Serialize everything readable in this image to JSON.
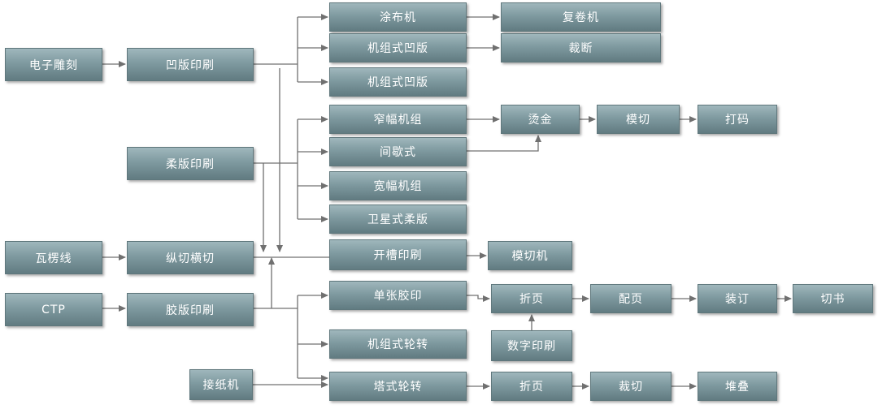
{
  "nodes": {
    "etch": "电子雕刻",
    "gravure": "凹版印刷",
    "coater": "涂布机",
    "rewinder": "复卷机",
    "unit_gravure_1": "机组式凹版",
    "cutoff": "裁断",
    "unit_gravure_2": "机组式凹版",
    "flexo": "柔版印刷",
    "narrow": "窄幅机组",
    "hot_stamp": "烫金",
    "die_cut": "模切",
    "coding": "打码",
    "intermittent": "间歇式",
    "wide": "宽幅机组",
    "ci_flexo": "卫星式柔版",
    "corrugator": "瓦楞线",
    "slitter": "纵切横切",
    "slot_print": "开槽印刷",
    "die_cutter": "模切机",
    "ctp": "CTP",
    "offset": "胶版印刷",
    "sheetfed": "单张胶印",
    "fold_1": "折页",
    "collate": "配页",
    "bind": "装订",
    "trim": "切书",
    "web_unit": "机组式轮转",
    "digital": "数字印刷",
    "splicer": "接纸机",
    "tower_web": "塔式轮转",
    "fold_2": "折页",
    "cut": "裁切",
    "stack": "堆叠"
  },
  "colors": {
    "box_top": "#9fb7bc",
    "box_bottom": "#617b81",
    "text": "#ffffff",
    "line": "#707070"
  }
}
